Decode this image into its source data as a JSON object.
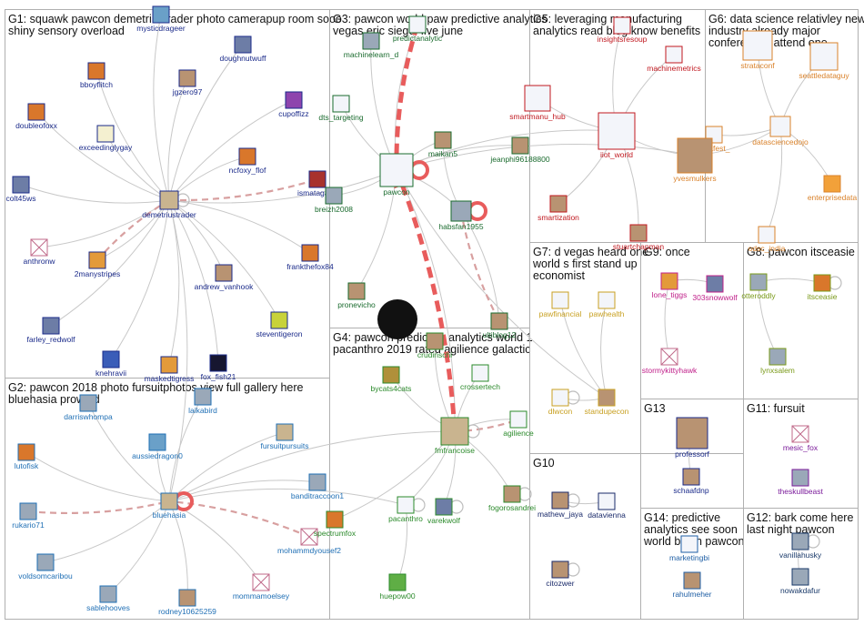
{
  "groups": [
    {
      "id": "G1",
      "title_lines": [
        "G1: squawk pawcon demetriustrader photo camerapup room sooo",
        "shiny sensory overload"
      ]
    },
    {
      "id": "G2",
      "title_lines": [
        "G2: pawcon 2018 photo fursuitphotos view full gallery here",
        "bluehasia prowled"
      ]
    },
    {
      "id": "G3",
      "title_lines": [
        "G3: pawcon world paw predictive analytics",
        "vegas eric siegel five june"
      ]
    },
    {
      "id": "G4",
      "title_lines": [
        "G4: pawcon predictive analytics world 1",
        "pacanthro 2019 rated agilience galactic"
      ]
    },
    {
      "id": "G5",
      "title_lines": [
        "G5: leveraging manufacturing",
        "analytics read blog know benefits"
      ]
    },
    {
      "id": "G6",
      "title_lines": [
        "G6: data science relativley new",
        "industry already major",
        "conferences attend one"
      ]
    },
    {
      "id": "G7",
      "title_lines": [
        "G7: d vegas heard one",
        "world s first stand up",
        "economist"
      ]
    },
    {
      "id": "G9",
      "title_lines": [
        "G9: once"
      ]
    },
    {
      "id": "G8",
      "title_lines": [
        "G8: pawcon itsceasie"
      ]
    },
    {
      "id": "G10",
      "title_lines": [
        "G10"
      ]
    },
    {
      "id": "G13",
      "title_lines": [
        "G13"
      ]
    },
    {
      "id": "G11",
      "title_lines": [
        "G11: fursuit"
      ]
    },
    {
      "id": "G14",
      "title_lines": [
        "G14: predictive",
        "analytics see soon",
        "world berlin pawcon"
      ]
    },
    {
      "id": "G12",
      "title_lines": [
        "G12: bark come here",
        "last night pawcon"
      ]
    }
  ],
  "colors": {
    "G1": "#1a2a8a",
    "G2": "#1f6fb5",
    "G3": "#1a6b2e",
    "G4": "#2b8a2b",
    "G5": "#c0181f",
    "G6": "#d9822b",
    "G7": "#c8a021",
    "G8": "#7a9a1a",
    "G9": "#c0208a",
    "G10": "#1a2a6a",
    "G11": "#7a1a9a",
    "G12": "#1a3a6a",
    "G13": "#1a2a8a",
    "G14": "#1f5fa5",
    "edge": "#c8c8c8",
    "highlight": "#e85c5c",
    "highlight_soft": "#d8a0a0",
    "border": "#b0b0b0"
  },
  "nodes": [
    {
      "id": "mysticdrageer",
      "label": "mysticdrageer",
      "group": "G1",
      "icon": "dragon-avatar-icon"
    },
    {
      "id": "bboyflitch",
      "label": "bboyflitch",
      "group": "G1",
      "icon": "fox-avatar-icon"
    },
    {
      "id": "doughnutwuff",
      "label": "doughnutwuff",
      "group": "G1",
      "icon": "wolf-avatar-icon"
    },
    {
      "id": "jgzero97",
      "label": "jgzero97",
      "group": "G1",
      "icon": "person-avatar-icon"
    },
    {
      "id": "doubleofoxx",
      "label": "doubleofoxx",
      "group": "G1",
      "icon": "fox-avatar-icon"
    },
    {
      "id": "exceedinglygay",
      "label": "exceedinglygay",
      "group": "G1",
      "icon": "flower-avatar-icon"
    },
    {
      "id": "cupoffizz",
      "label": "cupoffizz",
      "group": "G1",
      "icon": "purple-avatar-icon"
    },
    {
      "id": "ncfoxy_flof",
      "label": "ncfoxy_flof",
      "group": "G1",
      "icon": "fox-avatar-icon"
    },
    {
      "id": "colt45ws",
      "label": "colt45ws",
      "group": "G1",
      "icon": "wolf-avatar-icon"
    },
    {
      "id": "demetriustrader",
      "label": "demetriustrader",
      "group": "G1",
      "icon": "fursuit-avatar-icon"
    },
    {
      "id": "ismatagane",
      "label": "ismatagane",
      "group": "G1",
      "icon": "red-avatar-icon"
    },
    {
      "id": "anthronw",
      "label": "anthronw",
      "group": "G1",
      "icon": "broken-image-icon"
    },
    {
      "id": "2manystripes",
      "label": "2manystripes",
      "group": "G1",
      "icon": "tiger-avatar-icon"
    },
    {
      "id": "frankthefox84",
      "label": "frankthefox84",
      "group": "G1",
      "icon": "fox-avatar-icon"
    },
    {
      "id": "andrew_vanhook",
      "label": "andrew_vanhook",
      "group": "G1",
      "icon": "person-avatar-icon"
    },
    {
      "id": "farley_redwolf",
      "label": "farley_redwolf",
      "group": "G1",
      "icon": "wolf-avatar-icon"
    },
    {
      "id": "steventigeron",
      "label": "steventigeron",
      "group": "G1",
      "icon": "yellow-avatar-icon"
    },
    {
      "id": "knehravii",
      "label": "knehravii",
      "group": "G1",
      "icon": "blue-avatar-icon"
    },
    {
      "id": "maskedtigress",
      "label": "maskedtigress",
      "group": "G1",
      "icon": "tiger-avatar-icon"
    },
    {
      "id": "fox_fish21",
      "label": "fox_fish21",
      "group": "G1",
      "icon": "dark-avatar-icon"
    },
    {
      "id": "laikabird",
      "label": "laikabird",
      "group": "G2",
      "icon": "bird-avatar-icon"
    },
    {
      "id": "darriswhompa",
      "label": "darriswhompa",
      "group": "G2",
      "icon": "dog-avatar-icon"
    },
    {
      "id": "aussiedragon0",
      "label": "aussiedragon0",
      "group": "G2",
      "icon": "dragon-avatar-icon"
    },
    {
      "id": "fursuitpursuits",
      "label": "fursuitpursuits",
      "group": "G2",
      "icon": "fursuit-avatar-icon"
    },
    {
      "id": "lutofisk",
      "label": "lutofisk",
      "group": "G2",
      "icon": "fox-avatar-icon"
    },
    {
      "id": "banditraccoon1",
      "label": "banditraccoon1",
      "group": "G2",
      "icon": "raccoon-avatar-icon"
    },
    {
      "id": "bluehasia",
      "label": "bluehasia",
      "group": "G2",
      "icon": "fursuit-avatar-icon"
    },
    {
      "id": "rukario71",
      "label": "rukario71",
      "group": "G2",
      "icon": "lucario-avatar-icon"
    },
    {
      "id": "mohammdyousef2",
      "label": "mohammdyousef2",
      "group": "G2",
      "icon": "broken-image-icon"
    },
    {
      "id": "voldsomcaribou",
      "label": "voldsomcaribou",
      "group": "G2",
      "icon": "deer-avatar-icon"
    },
    {
      "id": "mommamoelsey",
      "label": "mommamoelsey",
      "group": "G2",
      "icon": "broken-image-icon"
    },
    {
      "id": "sablehooves",
      "label": "sablehooves",
      "group": "G2",
      "icon": "horse-avatar-icon"
    },
    {
      "id": "rodney10625259",
      "label": "rodney10625259",
      "group": "G2",
      "icon": "person-avatar-icon"
    },
    {
      "id": "predictanalytic",
      "label": "predictanalytic",
      "group": "G3",
      "icon": "logo-avatar-icon"
    },
    {
      "id": "machinelearn_d",
      "label": "machinelearn_d",
      "group": "G3",
      "icon": "robot-avatar-icon"
    },
    {
      "id": "dts_targeting",
      "label": "dts_targeting",
      "group": "G3",
      "icon": "logo-avatar-icon"
    },
    {
      "id": "pawcon",
      "label": "pawcon",
      "group": "G3",
      "icon": "pawcon-logo-icon"
    },
    {
      "id": "maikan5",
      "label": "maikan5",
      "group": "G3",
      "icon": "person-avatar-icon"
    },
    {
      "id": "jeanphi96188800",
      "label": "jeanphi96188800",
      "group": "G3",
      "icon": "person-avatar-icon"
    },
    {
      "id": "habsfan1955",
      "label": "habsfan1955",
      "group": "G3",
      "icon": "hockey-avatar-icon"
    },
    {
      "id": "breizh2008",
      "label": "breizh2008",
      "group": "G3",
      "icon": "jesuis-avatar-icon"
    },
    {
      "id": "pronevicho",
      "label": "pronevicho",
      "group": "G3",
      "icon": "person-avatar-icon"
    },
    {
      "id": "bigthink",
      "label": "",
      "group": "G3",
      "icon": "bigthink-logo-icon"
    },
    {
      "id": "ultiblog12",
      "label": "ultiblog12",
      "group": "G3",
      "icon": "person-avatar-icon"
    },
    {
      "id": "crudinschi",
      "label": "crudinschi",
      "group": "G4",
      "icon": "person-avatar-icon"
    },
    {
      "id": "bycats4cats",
      "label": "bycats4cats",
      "group": "G4",
      "icon": "cat-avatar-icon"
    },
    {
      "id": "crossertech",
      "label": "crossertech",
      "group": "G4",
      "icon": "logo-avatar-icon"
    },
    {
      "id": "fmfrancoise",
      "label": "fmfrancoise",
      "group": "G4",
      "icon": "fursuit-avatar-icon"
    },
    {
      "id": "agilience",
      "label": "agilience",
      "group": "G4",
      "icon": "chart-logo-icon"
    },
    {
      "id": "fogorosandrei",
      "label": "fogorosandrei",
      "group": "G4",
      "icon": "person-avatar-icon"
    },
    {
      "id": "spectrumfox",
      "label": "spectrumfox",
      "group": "G4",
      "icon": "fox-avatar-icon"
    },
    {
      "id": "pacanthro",
      "label": "pacanthro",
      "group": "G4",
      "icon": "logo-avatar-icon"
    },
    {
      "id": "varekwolf",
      "label": "varekwolf",
      "group": "G4",
      "icon": "wolf-avatar-icon"
    },
    {
      "id": "huepow00",
      "label": "huepow00",
      "group": "G4",
      "icon": "green-avatar-icon"
    },
    {
      "id": "insightsresoup",
      "label": "insightsresoup",
      "group": "G5",
      "icon": "logo-avatar-icon"
    },
    {
      "id": "machinemetrics",
      "label": "machinemetrics",
      "group": "G5",
      "icon": "leaf-logo-icon"
    },
    {
      "id": "smartmanu_hub",
      "label": "smartmanu_hub",
      "group": "G5",
      "icon": "gear-logo-icon"
    },
    {
      "id": "iiot_world",
      "label": "iiot_world",
      "group": "G5",
      "icon": "iiot-logo-icon"
    },
    {
      "id": "smartization",
      "label": "smartization",
      "group": "G5",
      "icon": "person-avatar-icon"
    },
    {
      "id": "stuartchapman",
      "label": "stuartchapman",
      "group": "G5",
      "icon": "person-avatar-icon"
    },
    {
      "id": "strataconf",
      "label": "strataconf",
      "group": "G6",
      "icon": "strata-logo-icon"
    },
    {
      "id": "seattledataguy",
      "label": "seattledataguy",
      "group": "G6",
      "icon": "owl-logo-icon"
    },
    {
      "id": "datafest_",
      "label": "datafest_",
      "group": "G6",
      "icon": "logo-avatar-icon"
    },
    {
      "id": "yvesmulkers",
      "label": "yvesmulkers",
      "group": "G6",
      "icon": "person-avatar-icon"
    },
    {
      "id": "datasciencedojo",
      "label": "datasciencedojo",
      "group": "G6",
      "icon": "dojo-logo-icon"
    },
    {
      "id": "enterprisedata",
      "label": "enterprisedata",
      "group": "G6",
      "icon": "globe-icon"
    },
    {
      "id": "odsc_india",
      "label": "odsc_india",
      "group": "G6",
      "icon": "logo-avatar-icon"
    },
    {
      "id": "pawfinancial",
      "label": "pawfinancial",
      "group": "G7",
      "icon": "paw-logo-icon"
    },
    {
      "id": "pawhealth",
      "label": "pawhealth",
      "group": "G7",
      "icon": "paw-logo-icon"
    },
    {
      "id": "dlwcon",
      "label": "dlwcon",
      "group": "G7",
      "icon": "logo-avatar-icon"
    },
    {
      "id": "standupecon",
      "label": "standupecon",
      "group": "G7",
      "icon": "person-avatar-icon"
    },
    {
      "id": "lone_tiggs",
      "label": "lone_tiggs",
      "group": "G9",
      "icon": "tiger-avatar-icon"
    },
    {
      "id": "303snowwolf",
      "label": "303snowwolf",
      "group": "G9",
      "icon": "wolf-avatar-icon"
    },
    {
      "id": "stormykittyhawk",
      "label": "stormykittyhawk",
      "group": "G9",
      "icon": "broken-image-icon"
    },
    {
      "id": "otteroddly",
      "label": "otteroddly",
      "group": "G8",
      "icon": "otter-avatar-icon"
    },
    {
      "id": "itsceasie",
      "label": "itsceasie",
      "group": "G8",
      "icon": "fox-avatar-icon"
    },
    {
      "id": "lynxsalem",
      "label": "lynxsalem",
      "group": "G8",
      "icon": "lynx-avatar-icon"
    },
    {
      "id": "mathew_jaya",
      "label": "mathew_jaya",
      "group": "G10",
      "icon": "person-avatar-icon"
    },
    {
      "id": "datavienna",
      "label": "datavienna",
      "group": "G10",
      "icon": "logo-avatar-icon"
    },
    {
      "id": "citozwer",
      "label": "citozwer",
      "group": "G10",
      "icon": "person-avatar-icon"
    },
    {
      "id": "professorf",
      "label": "professorf",
      "group": "G13",
      "icon": "person-avatar-icon"
    },
    {
      "id": "schaafdnp",
      "label": "schaafdnp",
      "group": "G13",
      "icon": "person-avatar-icon"
    },
    {
      "id": "mesic_fox",
      "label": "mesic_fox",
      "group": "G11",
      "icon": "broken-image-icon"
    },
    {
      "id": "theskullbeast",
      "label": "theskullbeast",
      "group": "G11",
      "icon": "skull-avatar-icon"
    },
    {
      "id": "marketingbi",
      "label": "marketingbi",
      "group": "G14",
      "icon": "logo-avatar-icon"
    },
    {
      "id": "rahulmeher",
      "label": "rahulmeher",
      "group": "G14",
      "icon": "person-avatar-icon"
    },
    {
      "id": "vanillahusky",
      "label": "vanillahusky",
      "group": "G12",
      "icon": "husky-avatar-icon"
    },
    {
      "id": "nowakdafur",
      "label": "nowakdafur",
      "group": "G12",
      "icon": "dog-avatar-icon"
    }
  ],
  "edges": [
    [
      "mysticdrageer",
      "demetriustrader"
    ],
    [
      "bboyflitch",
      "demetriustrader"
    ],
    [
      "doughnutwuff",
      "demetriustrader"
    ],
    [
      "jgzero97",
      "demetriustrader"
    ],
    [
      "doubleofoxx",
      "demetriustrader"
    ],
    [
      "exceedinglygay",
      "demetriustrader"
    ],
    [
      "cupoffizz",
      "demetriustrader"
    ],
    [
      "ncfoxy_flof",
      "demetriustrader"
    ],
    [
      "colt45ws",
      "demetriustrader"
    ],
    [
      "anthronw",
      "demetriustrader"
    ],
    [
      "2manystripes",
      "demetriustrader"
    ],
    [
      "frankthefox84",
      "demetriustrader"
    ],
    [
      "andrew_vanhook",
      "demetriustrader"
    ],
    [
      "farley_redwolf",
      "demetriustrader"
    ],
    [
      "steventigeron",
      "demetriustrader"
    ],
    [
      "knehravii",
      "demetriustrader"
    ],
    [
      "maskedtigress",
      "demetriustrader"
    ],
    [
      "fox_fish21",
      "demetriustrader"
    ],
    [
      "demetriustrader",
      "pawcon"
    ],
    [
      "darriswhompa",
      "bluehasia"
    ],
    [
      "aussiedragon0",
      "bluehasia"
    ],
    [
      "fursuitpursuits",
      "bluehasia"
    ],
    [
      "lutofisk",
      "bluehasia"
    ],
    [
      "banditraccoon1",
      "bluehasia"
    ],
    [
      "voldsomcaribou",
      "bluehasia"
    ],
    [
      "mommamoelsey",
      "bluehasia"
    ],
    [
      "sablehooves",
      "bluehasia"
    ],
    [
      "rodney10625259",
      "bluehasia"
    ],
    [
      "laikabird",
      "bluehasia"
    ],
    [
      "bluehasia",
      "demetriustrader"
    ],
    [
      "predictanalytic",
      "pawcon"
    ],
    [
      "machinelearn_d",
      "pawcon"
    ],
    [
      "dts_targeting",
      "pawcon"
    ],
    [
      "maikan5",
      "pawcon"
    ],
    [
      "jeanphi96188800",
      "pawcon"
    ],
    [
      "habsfan1955",
      "pawcon"
    ],
    [
      "breizh2008",
      "pawcon"
    ],
    [
      "pronevicho",
      "pawcon"
    ],
    [
      "ultiblog12",
      "habsfan1955"
    ],
    [
      "maikan5",
      "habsfan1955"
    ],
    [
      "iiot_world",
      "pawcon"
    ],
    [
      "yvesmulkers",
      "pawcon"
    ],
    [
      "crudinschi",
      "fmfrancoise"
    ],
    [
      "bycats4cats",
      "fmfrancoise"
    ],
    [
      "crossertech",
      "fmfrancoise"
    ],
    [
      "agilience",
      "fmfrancoise"
    ],
    [
      "fogorosandrei",
      "fmfrancoise"
    ],
    [
      "spectrumfox",
      "fmfrancoise"
    ],
    [
      "pacanthro",
      "fmfrancoise"
    ],
    [
      "varekwolf",
      "fmfrancoise"
    ],
    [
      "huepow00",
      "pacanthro"
    ],
    [
      "fmfrancoise",
      "pawcon"
    ],
    [
      "fmfrancoise",
      "bluehasia"
    ],
    [
      "pacanthro",
      "bluehasia"
    ],
    [
      "insightsresoup",
      "iiot_world"
    ],
    [
      "machinemetrics",
      "iiot_world"
    ],
    [
      "smartmanu_hub",
      "iiot_world"
    ],
    [
      "smartization",
      "iiot_world"
    ],
    [
      "stuartchapman",
      "iiot_world"
    ],
    [
      "iiot_world",
      "yvesmulkers"
    ],
    [
      "strataconf",
      "datasciencedojo"
    ],
    [
      "seattledataguy",
      "datasciencedojo"
    ],
    [
      "datafest_",
      "datasciencedojo"
    ],
    [
      "yvesmulkers",
      "datasciencedojo"
    ],
    [
      "enterprisedata",
      "datasciencedojo"
    ],
    [
      "odsc_india",
      "datasciencedojo"
    ],
    [
      "pawfinancial",
      "standupecon"
    ],
    [
      "pawhealth",
      "standupecon"
    ],
    [
      "dlwcon",
      "standupecon"
    ],
    [
      "pawcon",
      "standupecon"
    ],
    [
      "lone_tiggs",
      "stormykittyhawk"
    ],
    [
      "303snowwolf",
      "lone_tiggs"
    ],
    [
      "otteroddly",
      "lynxsalem"
    ],
    [
      "itsceasie",
      "otteroddly"
    ],
    [
      "mathew_jaya",
      "datavienna"
    ],
    [
      "professorf",
      "schaafdnp"
    ],
    [
      "vanillahusky",
      "nowakdafur"
    ]
  ],
  "heavy_edges": [
    [
      "predictanalytic",
      "pawcon"
    ],
    [
      "fmfrancoise",
      "pawcon"
    ],
    [
      "fmfrancoise",
      "agilience"
    ],
    [
      "rukario71",
      "bluehasia"
    ],
    [
      "mohammdyousef2",
      "bluehasia"
    ],
    [
      "demetriustrader",
      "ismatagane"
    ],
    [
      "demetriustrader",
      "2manystripes"
    ],
    [
      "habsfan1955",
      "ultiblog12"
    ]
  ],
  "self_loops": [
    "pawcon",
    "bluehasia",
    "demetriustrader",
    "fmfrancoise",
    "habsfan1955",
    "mathew_jaya",
    "dlwcon",
    "citozwer",
    "vanillahusky",
    "itsceasie",
    "varekwolf",
    "pacanthro",
    "fogorosandrei"
  ]
}
